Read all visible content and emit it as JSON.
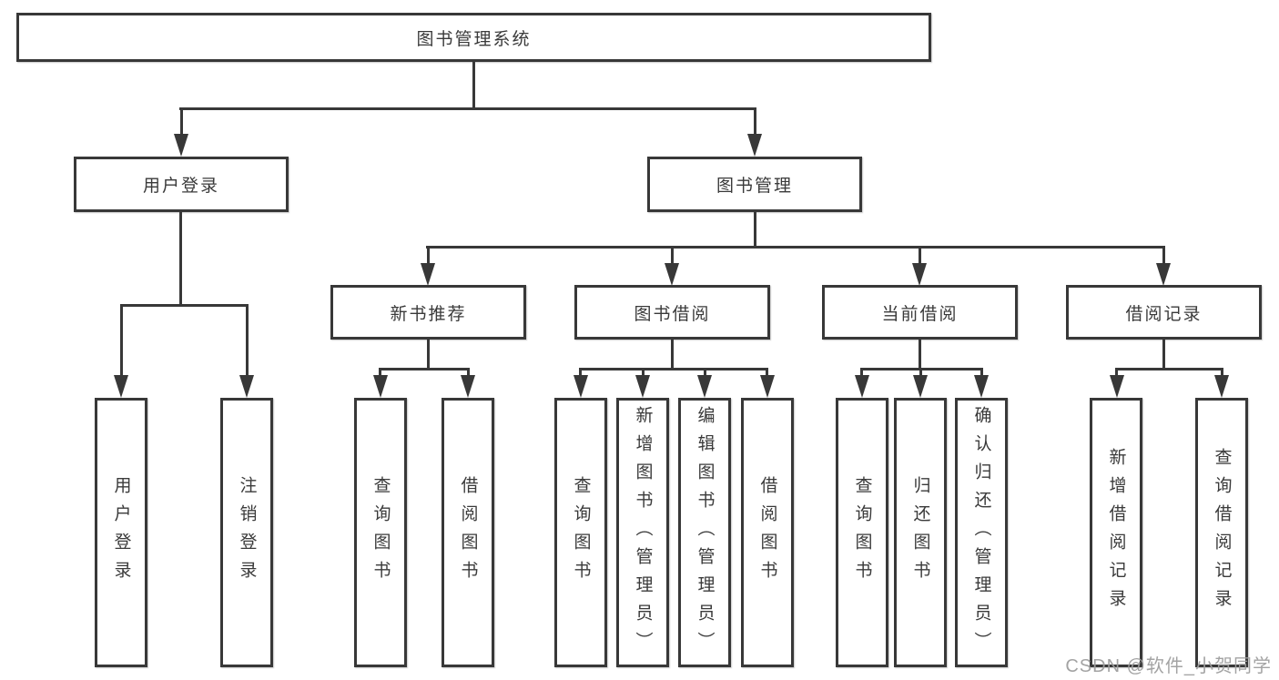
{
  "diagram": {
    "type": "hierarchy-tree",
    "title": "图书管理系统",
    "colors": {
      "line": "#383838",
      "box_border": "#383838",
      "box_background": "#ffffff",
      "text": "#3a3a3a",
      "watermark": "#9e9e9e",
      "canvas_background": "#ffffff"
    }
  },
  "tree": {
    "label": "图书管理系统",
    "children": [
      {
        "label": "用户登录",
        "children": [
          {
            "label": "用户登录"
          },
          {
            "label": "注销登录"
          }
        ]
      },
      {
        "label": "图书管理",
        "children": [
          {
            "label": "新书推荐",
            "children": [
              {
                "label": "查询图书"
              },
              {
                "label": "借阅图书"
              }
            ]
          },
          {
            "label": "图书借阅",
            "children": [
              {
                "label": "查询图书"
              },
              {
                "label": "新增图书（管理员）"
              },
              {
                "label": "编辑图书（管理员）"
              },
              {
                "label": "借阅图书"
              }
            ]
          },
          {
            "label": "当前借阅",
            "children": [
              {
                "label": "查询图书"
              },
              {
                "label": "归还图书"
              },
              {
                "label": "确认归还（管理员）"
              }
            ]
          },
          {
            "label": "借阅记录",
            "children": [
              {
                "label": "新增借阅记录"
              },
              {
                "label": "查询借阅记录"
              }
            ]
          }
        ]
      }
    ]
  },
  "watermark": {
    "text": "CSDN @软件_小贺同学"
  }
}
